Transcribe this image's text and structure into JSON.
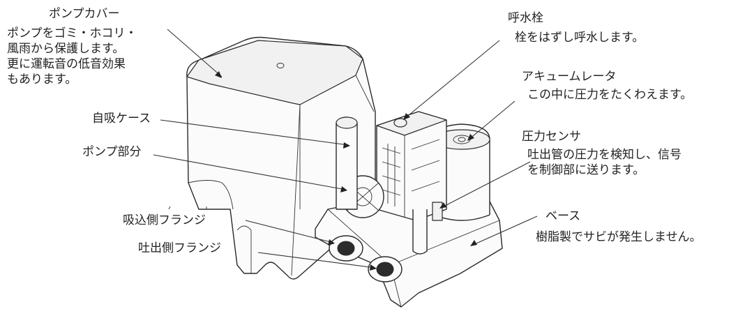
{
  "callouts": [
    {
      "id": "pump-cover",
      "name": "ポンプカバー",
      "description": [
        "ポンプをゴミ・ホコリ・",
        "風雨から保護します。",
        "更に運転音の低音効果",
        "もあります。"
      ]
    },
    {
      "id": "priming-plug",
      "name": "呼水栓",
      "description": [
        "栓をはずし呼水します。"
      ]
    },
    {
      "id": "accumulator",
      "name": "アキュームレータ",
      "description": [
        "この中に圧力をたくわえます。"
      ]
    },
    {
      "id": "self-priming-case",
      "name": "自吸ケース",
      "description": []
    },
    {
      "id": "pump-section",
      "name": "ポンプ部分",
      "description": []
    },
    {
      "id": "pressure-sensor",
      "name": "圧力センサ",
      "description": [
        "吐出管の圧力を検知し、信号",
        "を制御部に送ります。"
      ]
    },
    {
      "id": "suction-flange",
      "name": "吸込側フランジ",
      "description": []
    },
    {
      "id": "discharge-flange",
      "name": "吐出側フランジ",
      "description": []
    },
    {
      "id": "base",
      "name": "ベース",
      "description": [
        "樹脂製でサビが発生しません。"
      ]
    }
  ]
}
